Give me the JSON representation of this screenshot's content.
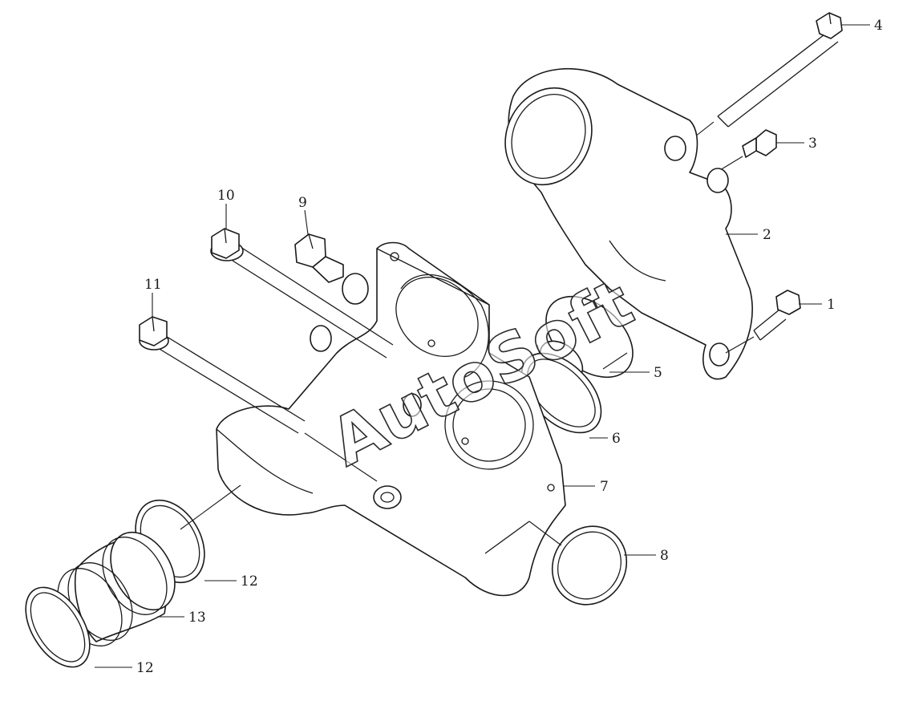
{
  "watermark": "AutoSoft",
  "callouts": [
    {
      "id": "c1",
      "label": "1"
    },
    {
      "id": "c2",
      "label": "2"
    },
    {
      "id": "c3",
      "label": "3"
    },
    {
      "id": "c4",
      "label": "4"
    },
    {
      "id": "c5",
      "label": "5"
    },
    {
      "id": "c6",
      "label": "6"
    },
    {
      "id": "c7",
      "label": "7"
    },
    {
      "id": "c8",
      "label": "8"
    },
    {
      "id": "c9",
      "label": "9"
    },
    {
      "id": "c10",
      "label": "10"
    },
    {
      "id": "c11",
      "label": "11"
    },
    {
      "id": "c12a",
      "label": "12"
    },
    {
      "id": "c13",
      "label": "13"
    },
    {
      "id": "c12b",
      "label": "12"
    }
  ]
}
